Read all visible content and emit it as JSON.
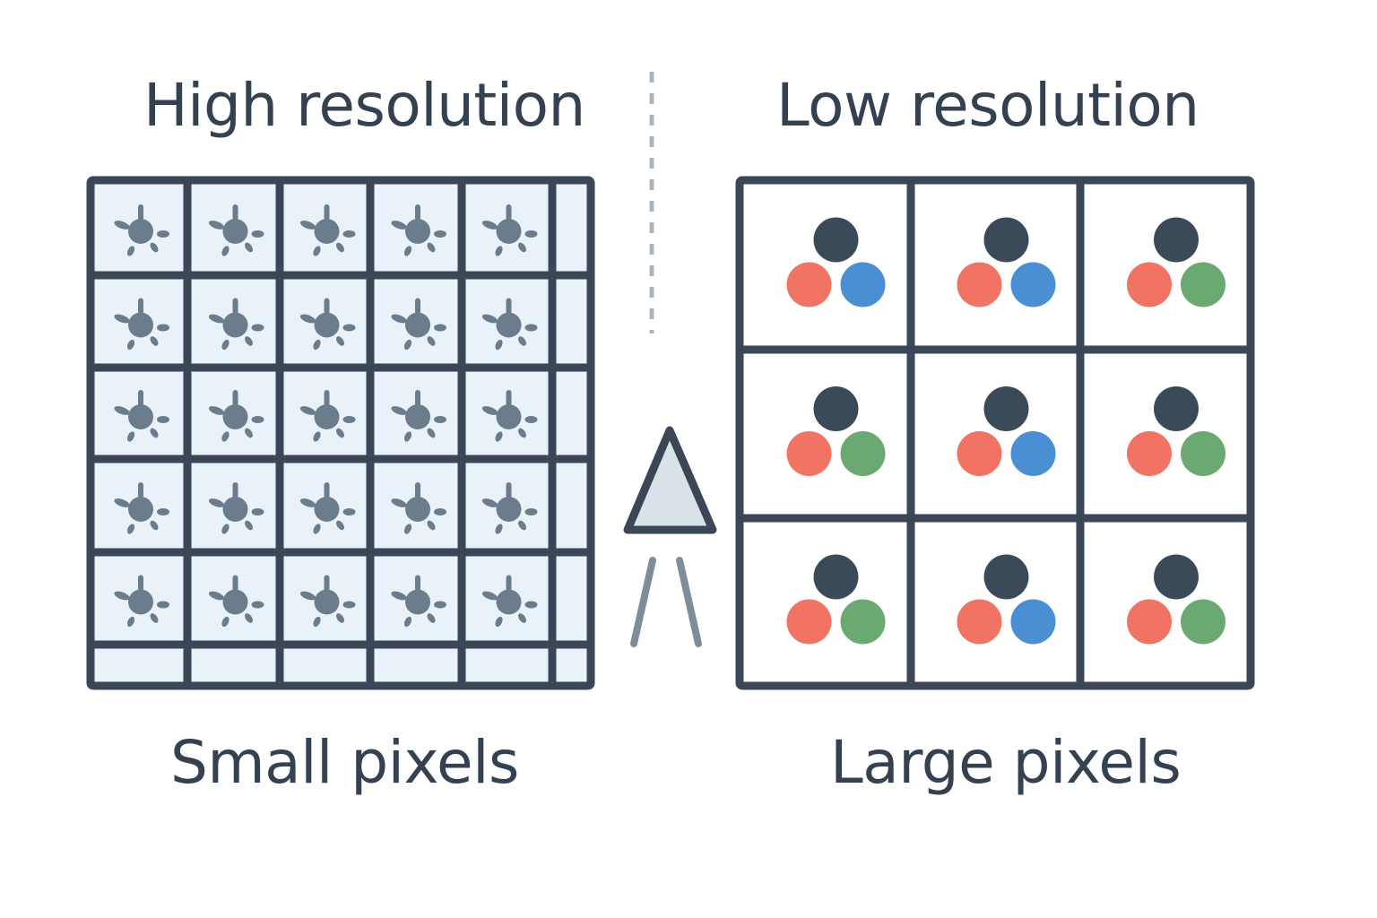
{
  "left_panel": {
    "title": "High resolution",
    "caption": "Small pixels",
    "cell_icon": "sensor-blob-icon",
    "cell_fill": "#eaf2f9",
    "icon_color": "#6b7d8c"
  },
  "right_panel": {
    "title": "Low resolution",
    "caption": "Large pixels",
    "cell_icon": "rgb-subpixel-cluster-icon",
    "rows": [
      [
        "blue",
        "blue",
        "green"
      ],
      [
        "green",
        "blue",
        "green"
      ],
      [
        "green",
        "blue",
        "green"
      ]
    ]
  },
  "center": {
    "icon": "triangle-tripod-icon"
  },
  "colors": {
    "outline": "#3b4756",
    "dark_dot": "#3b4a58",
    "red": "#f07363",
    "blue": "#4a8fd4",
    "green": "#6aaa72",
    "divider": "#a8b6c2",
    "tripod_fill": "#d9e1e9",
    "tripod_legs": "#7d8d9b"
  }
}
